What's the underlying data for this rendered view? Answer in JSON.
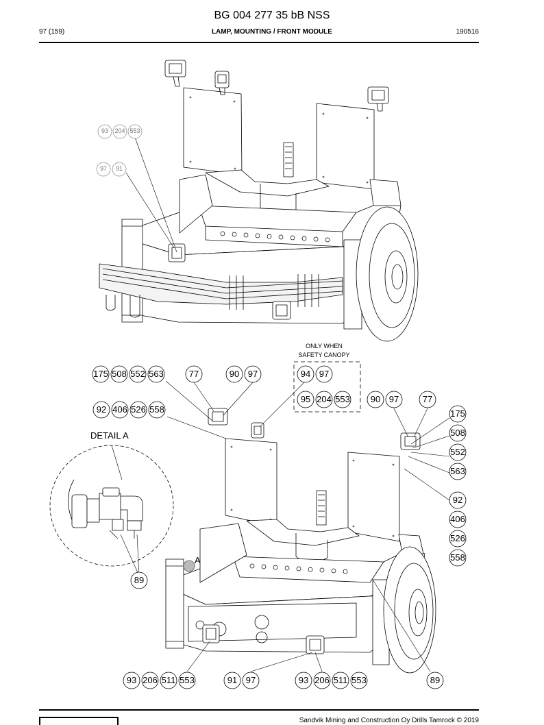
{
  "header": {
    "doc_number": "BG 004 277 35 bB NSS",
    "page": "97 (159)",
    "section_title": "LAMP, MOUNTING / FRONT MODULE",
    "date_code": "190516"
  },
  "footer": {
    "copyright": "Sandvik Mining and Construction Oy Drills Tamrock © 2019"
  },
  "annotations": {
    "only_when": "ONLY WHEN",
    "safety_canopy": "SAFETY CANOPY",
    "detail_a": "DETAIL A",
    "a_marker": "A"
  },
  "balloons_upper": [
    [
      "93",
      "204",
      "553"
    ],
    [
      "97",
      "91"
    ]
  ],
  "balloons_lower": [
    [
      "175",
      "508",
      "552",
      "563"
    ],
    [
      "77"
    ],
    [
      "90",
      "97"
    ],
    [
      "94",
      "97"
    ],
    [
      "95",
      "204",
      "553"
    ],
    [
      "90",
      "97"
    ],
    [
      "77"
    ],
    [
      "92",
      "406",
      "526",
      "558"
    ],
    [
      "175"
    ],
    [
      "508"
    ],
    [
      "552"
    ],
    [
      "563"
    ],
    [
      "92"
    ],
    [
      "406"
    ],
    [
      "526"
    ],
    [
      "558"
    ],
    [
      "89"
    ],
    [
      "93",
      "206",
      "511",
      "553"
    ],
    [
      "91",
      "97"
    ],
    [
      "93",
      "206",
      "511",
      "553"
    ],
    [
      "89"
    ]
  ]
}
